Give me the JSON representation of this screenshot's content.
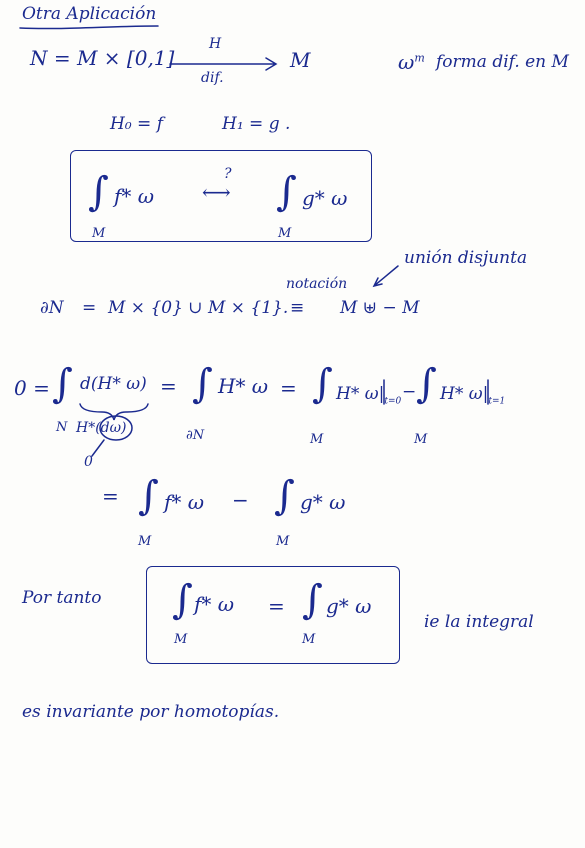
{
  "title": "Otra Aplicación",
  "line1": {
    "left": "N = M × [0,1]",
    "arrow_top": "H",
    "arrow_bottom": "dif.",
    "target": "M",
    "form": "ω",
    "form_sup": "m",
    "form_text": "forma dif. en M"
  },
  "line2": {
    "h0": "H₀ = f",
    "h1": "H₁ = g ."
  },
  "box1": {
    "left_integrand": "f* ω",
    "question": "?",
    "arrows": "⟷",
    "right_integrand": "g* ω",
    "sub": "M"
  },
  "annot": {
    "union": "unión disjunta",
    "notation": "notación"
  },
  "boundary": {
    "lhs": "∂N",
    "eq": "=",
    "rhs": "M × {0} ∪ M × {1}.",
    "equiv": "≡",
    "disjoint": "M ⊎ − M"
  },
  "stokes": {
    "zero": "0 =",
    "integrand1": "d(H* ω)",
    "sub_n": "N",
    "under": "H*(dω)",
    "under_zero": "0",
    "eq": "=",
    "integrand2": "H* ω",
    "sub_dn": "∂N",
    "eq2": "=",
    "integrand3": "H* ω|",
    "t0": "t=0",
    "minus": "−",
    "integrand4": "H* ω|",
    "t1": "t=1",
    "sub_m": "M"
  },
  "line5": {
    "eq": "=",
    "term1": "f* ω",
    "minus": "−",
    "term2": "g* ω",
    "sub": "M"
  },
  "conclusion": {
    "por_tanto": "Por tanto",
    "left": "f* ω",
    "eq": "=",
    "right": "g* ω",
    "sub": "M",
    "ie": "ie la integral"
  },
  "final": "es invariante por homotopías."
}
